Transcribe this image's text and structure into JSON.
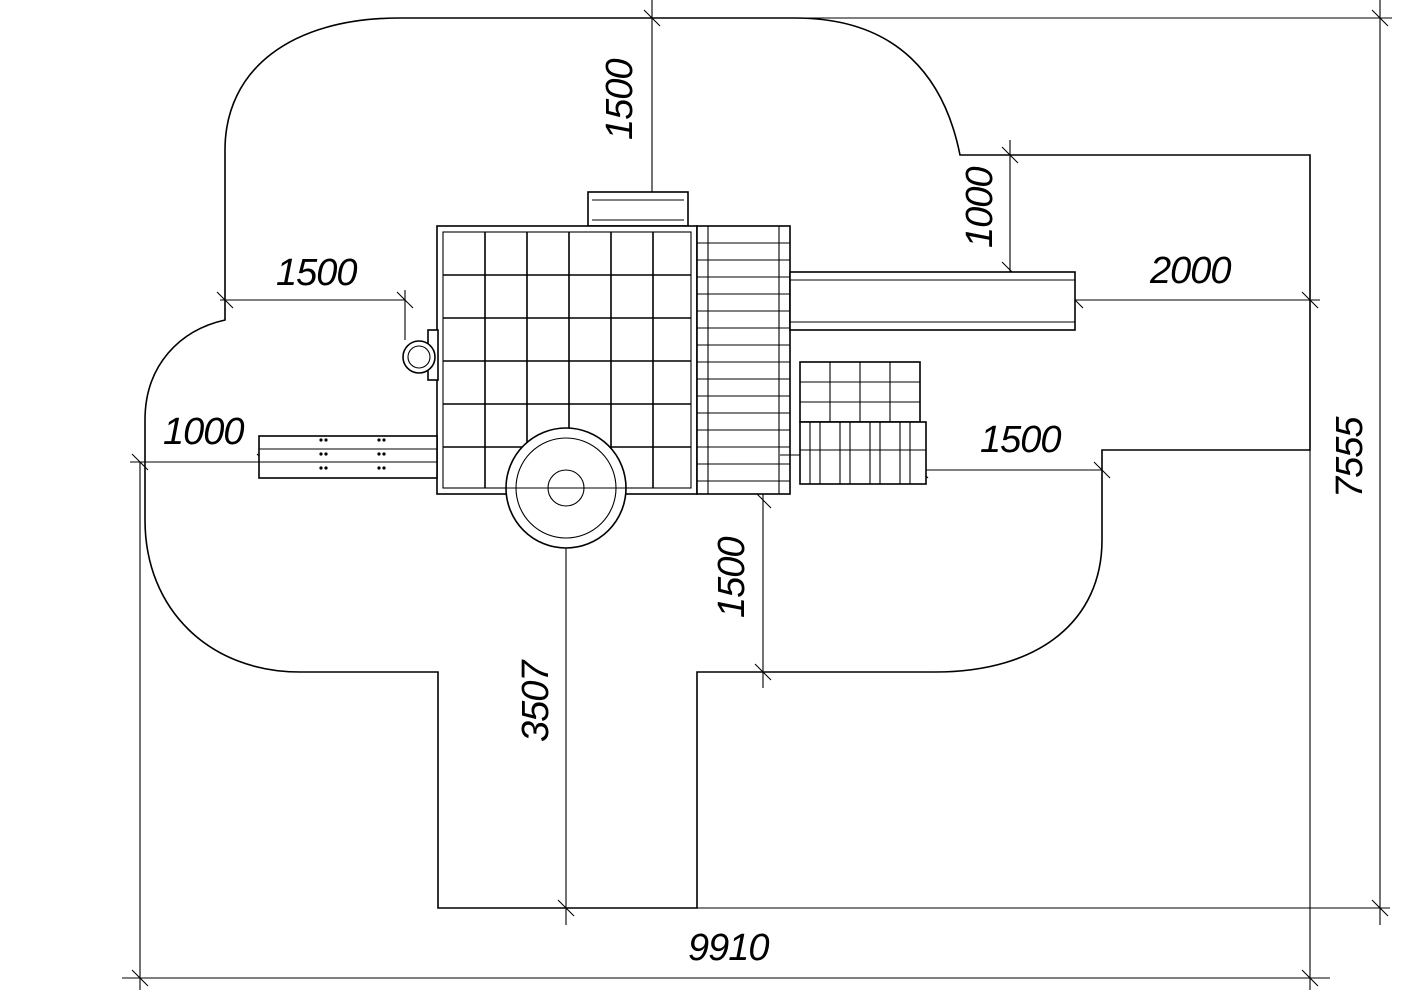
{
  "dimensions": {
    "top_margin": "1500",
    "upper_right_margin": "1000",
    "right_margin": "2000",
    "left_upper_margin": "1500",
    "left_margin": "1000",
    "right_lower_margin": "1500",
    "bottom_margin": "1500",
    "lower_offset": "3507",
    "total_width": "9910",
    "total_height": "7555"
  }
}
